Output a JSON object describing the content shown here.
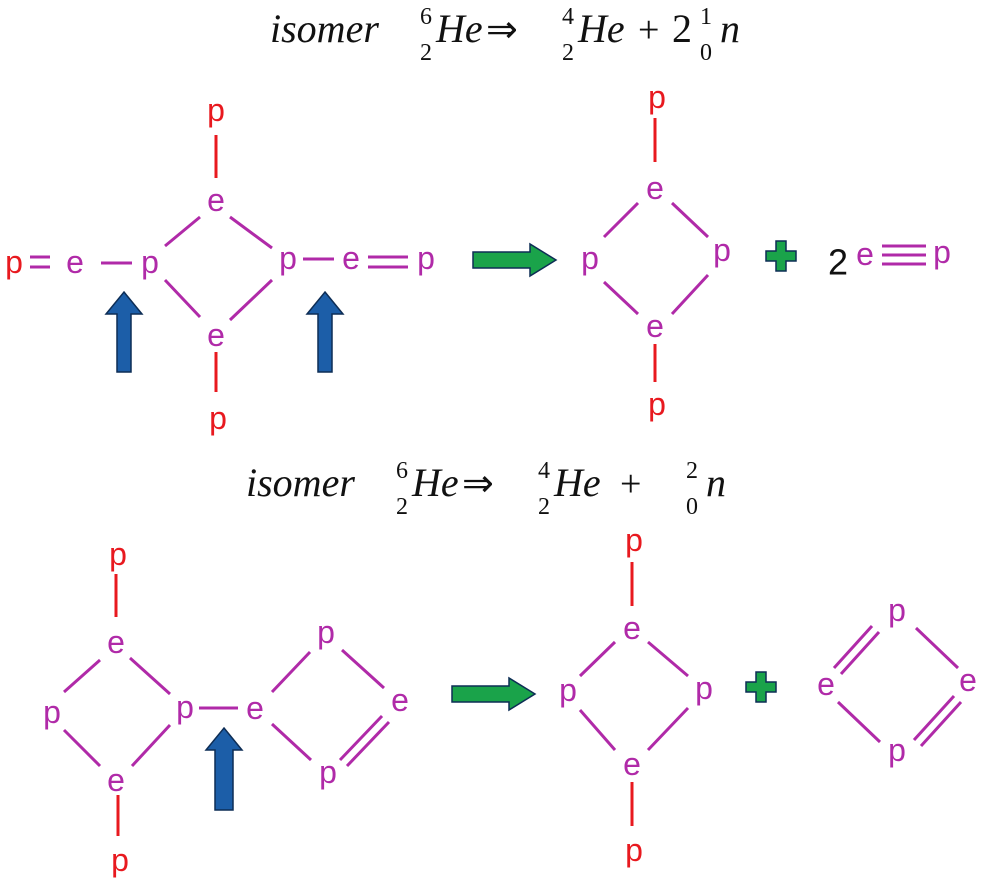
{
  "colors": {
    "proton": "#e8191f",
    "electron": "#b02aa8",
    "bond": "#b02aa8",
    "proton_bond": "#e8191f",
    "reaction_arrow": "#1aa34a",
    "plus": "#1aa34a",
    "break_arrow": "#1c5ea8",
    "outline": "#0d2d55",
    "text": "#111111"
  },
  "labels": {
    "p": "p",
    "e": "e",
    "two": "2"
  },
  "equation1": {
    "word": "isomer",
    "lhs_mass": "6",
    "lhs_atomic": "2",
    "lhs_symbol": "He",
    "arrow": "⇒",
    "rhs_mass": "4",
    "rhs_atomic": "2",
    "rhs_symbol": "He",
    "plus": "+",
    "coef": "2",
    "n_mass": "1",
    "n_atomic": "0",
    "n_symbol": "n"
  },
  "equation2": {
    "word": "isomer",
    "lhs_mass": "6",
    "lhs_atomic": "2",
    "lhs_symbol": "He",
    "arrow": "⇒",
    "rhs_mass": "4",
    "rhs_atomic": "2",
    "rhs_symbol": "He",
    "plus": "+",
    "n_mass": "2",
    "n_atomic": "0",
    "n_symbol": "n"
  },
  "icons": [
    "reaction-arrow-icon",
    "plus-icon",
    "bond-break-arrow-icon"
  ]
}
